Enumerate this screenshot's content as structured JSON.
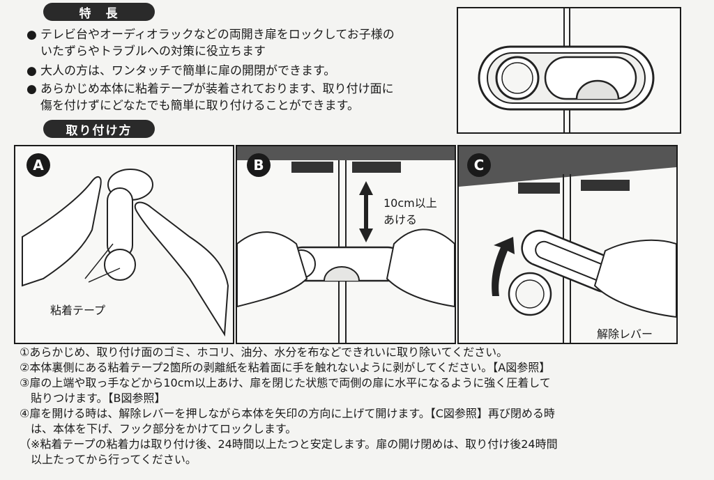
{
  "headings": {
    "features": "特　長",
    "install": "取り付け方"
  },
  "features": [
    {
      "bullet": "●",
      "lines": [
        "テレビ台やオーディオラックなどの両開き扉をロックしてお子様の",
        "いたずらやトラブルへの対策に役立ちます"
      ]
    },
    {
      "bullet": "●",
      "lines": [
        "大人の方は、ワンタッチで簡単に扉の開閉ができます。"
      ]
    },
    {
      "bullet": "●",
      "lines": [
        "あらかじめ本体に粘着テープが装着されております、取り付け面に",
        "傷を付けずにどなたでも簡単に取り付けることができます。"
      ]
    }
  ],
  "panels": {
    "a": {
      "label": "A",
      "caption": "粘着テープ"
    },
    "b": {
      "label": "B",
      "caption_line1": "10cm以上",
      "caption_line2": "あける"
    },
    "c": {
      "label": "C",
      "caption": "解除レバー"
    }
  },
  "steps": [
    "①あらかじめ、取り付け面のゴミ、ホコリ、油分、水分を布などできれいに取り除いてください。",
    "②本体裏側にある粘着テープ2箇所の剥離紙を粘着面に手を触れないように剥がしてください。【A図参照】",
    "③扉の上端や取っ手などから10cm以上あけ、扉を閉じた状態で両側の扉に水平になるように強く圧着して",
    "　貼りつけます。【B図参照】",
    "④扉を開ける時は、解除レバーを押しながら本体を矢印の方向に上げて開けます。【C図参照】再び閉める時",
    "　は、本体を下げ、フック部分をかけてロックします。",
    "（※粘着テープの粘着力は取り付け後、24時間以上たつと安定します。扉の開け閉めは、取り付け後24時間",
    "　以上たってから行ってください。"
  ]
}
